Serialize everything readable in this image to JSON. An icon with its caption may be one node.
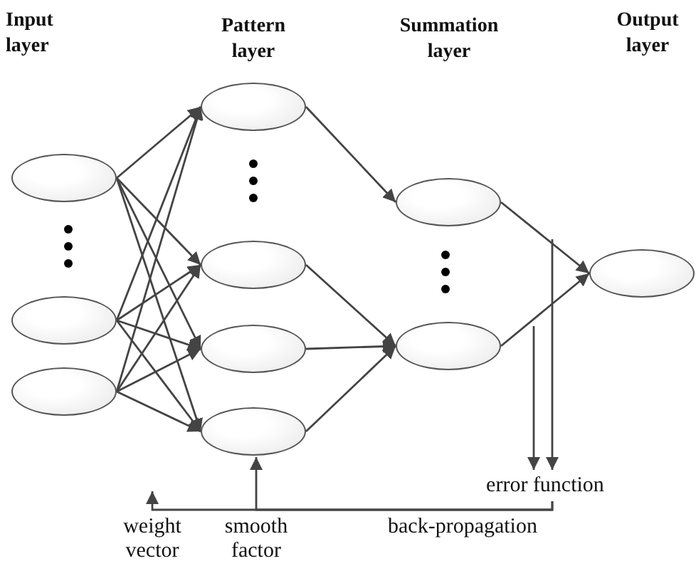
{
  "diagram": {
    "nodes": [
      {
        "text": [],
        "shape": "ellipse"
      },
      {
        "text": [],
        "shape": "ellipse"
      },
      {
        "text": [],
        "shape": "ellipse"
      },
      {
        "text": [],
        "shape": "ellipse"
      },
      {
        "text": [],
        "shape": "ellipse"
      },
      {
        "text": [],
        "shape": "ellipse"
      },
      {
        "text": [],
        "shape": "ellipse"
      },
      {
        "text": [],
        "shape": "ellipse"
      },
      {
        "text": [],
        "shape": "ellipse"
      },
      {
        "text": [],
        "shape": "ellipse"
      },
      {
        "text": [
          "error function"
        ]
      }
    ],
    "edges": [
      {
        "from": 0,
        "to": 3,
        "arrow": "to"
      },
      {
        "from": 0,
        "to": 4,
        "arrow": "to"
      },
      {
        "from": 0,
        "to": 5,
        "arrow": "to"
      },
      {
        "from": 0,
        "to": 6,
        "arrow": "to"
      },
      {
        "from": 1,
        "to": 3,
        "arrow": "to"
      },
      {
        "from": 1,
        "to": 4,
        "arrow": "to"
      },
      {
        "from": 1,
        "to": 5,
        "arrow": "to"
      },
      {
        "from": 1,
        "to": 6,
        "arrow": "to"
      },
      {
        "from": 2,
        "to": 3,
        "arrow": "to"
      },
      {
        "from": 2,
        "to": 4,
        "arrow": "to"
      },
      {
        "from": 2,
        "to": 5,
        "arrow": "to"
      },
      {
        "from": 2,
        "to": 6,
        "arrow": "to"
      },
      {
        "from": 3,
        "to": 7,
        "arrow": "to"
      },
      {
        "from": 4,
        "to": 8,
        "arrow": "to"
      },
      {
        "from": 5,
        "to": 8,
        "arrow": "to"
      },
      {
        "from": 6,
        "to": 8,
        "arrow": "to"
      },
      {
        "from": 7,
        "to": 9,
        "arrow": "to"
      },
      {
        "from": 8,
        "to": 9,
        "arrow": "to"
      },
      {
        "from": null,
        "to": 10,
        "arrow": "to"
      },
      {
        "from": null,
        "to": 10,
        "arrow": "to"
      },
      {
        "from": 10,
        "to": null,
        "arrow": "to"
      },
      {
        "from": 10,
        "to": 6,
        "arrow": "to"
      }
    ],
    "labels": [
      "Input layer",
      "Pattern layer",
      "Summation layer",
      "Output layer",
      "weight vector",
      "smooth factor",
      "back-propagation"
    ]
  }
}
